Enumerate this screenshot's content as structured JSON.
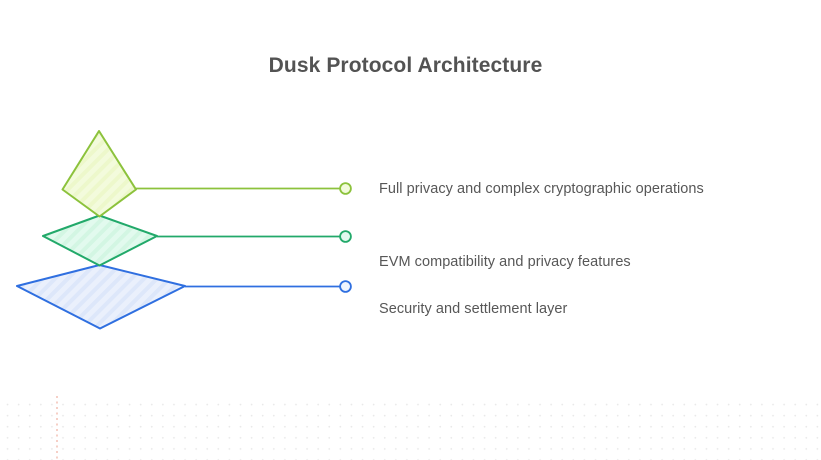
{
  "page": {
    "title": "Dusk Protocol Architecture",
    "background_color": "#ffffff",
    "title_color": "#535353"
  },
  "diagram": {
    "type": "layered-pyramid",
    "layers": [
      {
        "name": "top-layer",
        "shape": "kite",
        "stroke_color": "#8cc23c",
        "fill_color": "#f0fad4",
        "marker_fill": "#f0fad4",
        "label": "Full privacy and complex cryptographic operations"
      },
      {
        "name": "middle-layer",
        "shape": "diamond",
        "stroke_color": "#22a96a",
        "fill_color": "#d9f7e6",
        "marker_fill": "#dff8ec",
        "label": "EVM compatibility and privacy features"
      },
      {
        "name": "bottom-layer",
        "shape": "diamond",
        "stroke_color": "#2f6fe0",
        "fill_color": "#e3ebfb",
        "marker_fill": "#eef3fd",
        "label": "Security and settlement layer"
      }
    ]
  },
  "decor": {
    "dot_grid_color": "#e9e9e9",
    "dot_grid_accent_color": "#f6cfc6"
  }
}
